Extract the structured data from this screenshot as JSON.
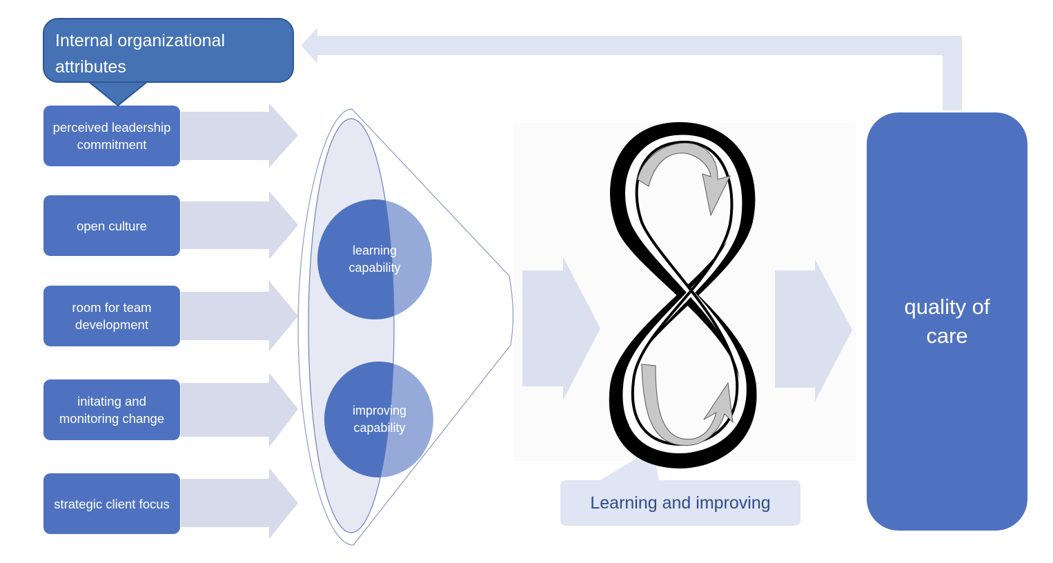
{
  "diagram": {
    "header_callout": "Internal organizational attributes",
    "factors": [
      {
        "label": "perceived leadership commitment"
      },
      {
        "label": "open culture"
      },
      {
        "label": "room for team development"
      },
      {
        "label": "initating and monitoring change"
      },
      {
        "label": "strategic client focus"
      }
    ],
    "capabilities": [
      {
        "label": "learning capability"
      },
      {
        "label": "improving capability"
      }
    ],
    "cycle_caption": "Learning and improving",
    "outcome": "quality of care",
    "icons": {
      "cycle": "infinity-loop-icon",
      "arrows": "block-arrow-right",
      "feedback": "feedback-arrow-left"
    },
    "colors": {
      "box_blue": "#4f72c0",
      "callout_blue": "#4472b4",
      "arrow_light": "#d6daea",
      "funnel_fill": "#e6e9f4",
      "caption_fill": "#dfe5f2",
      "caption_text": "#2f4b8a"
    }
  }
}
